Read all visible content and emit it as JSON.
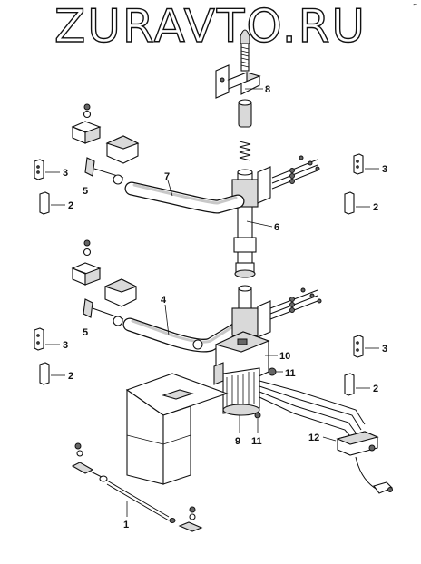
{
  "watermark": "ZURAVTO.RU",
  "corner_mark": "⌐",
  "callouts": {
    "c1": "1",
    "c2a": "2",
    "c2b": "2",
    "c2c": "2",
    "c2d": "2",
    "c3a": "3",
    "c3b": "3",
    "c3c": "3",
    "c3d": "3",
    "c4": "4",
    "c5a": "5",
    "c5b": "5",
    "c6": "6",
    "c7": "7",
    "c8": "8",
    "c9": "9",
    "c10": "10",
    "c11a": "11",
    "c11b": "11",
    "c12": "12"
  }
}
